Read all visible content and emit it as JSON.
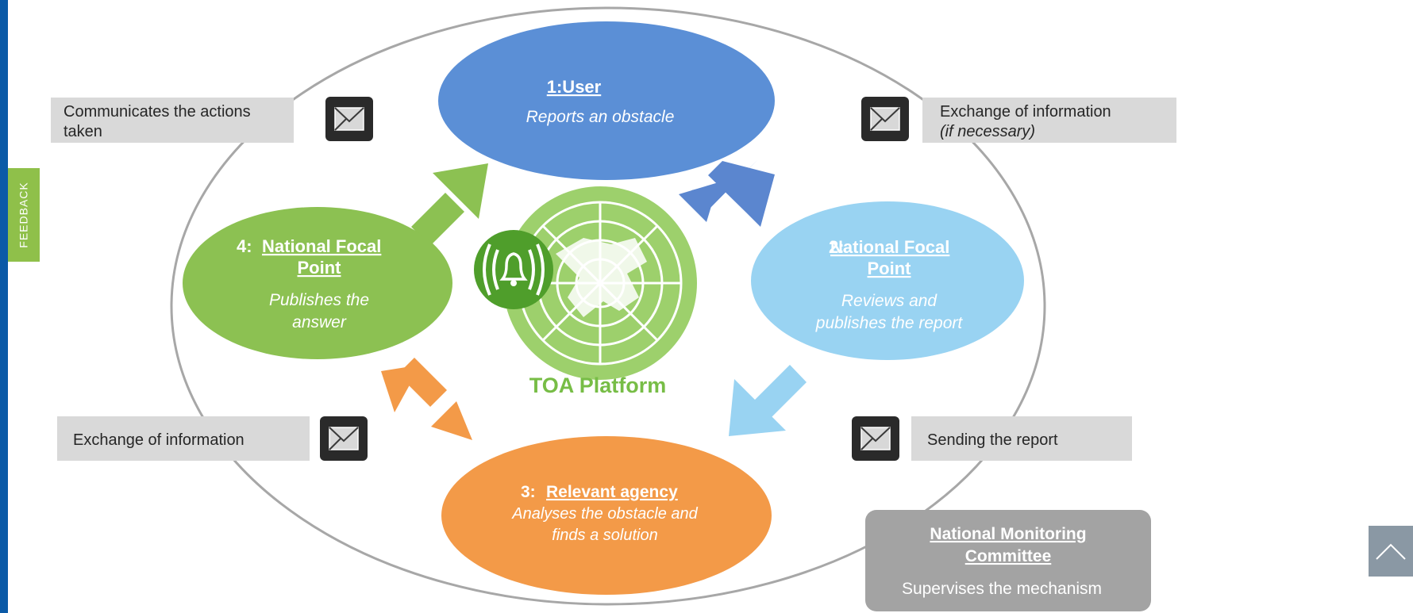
{
  "feedback_label": "FEEDBACK",
  "colors": {
    "user_blue": "#5b8fd6",
    "focal_light_blue": "#99d3f2",
    "agency_orange": "#f39a48",
    "focal_green": "#8cc152",
    "platform_green": "#77bd46",
    "committee_grey": "#a3a3a3",
    "info_box_grey": "#d9d9d9"
  },
  "nodes": {
    "user": {
      "title": "1:User",
      "subtitle": "Reports an obstacle"
    },
    "focal2": {
      "prefix": "2: ",
      "title_line1": "National Focal",
      "title_line2": "Point",
      "subtitle_line1": "Reviews and",
      "subtitle_line2": "publishes the report"
    },
    "agency": {
      "prefix": "3: ",
      "title": "Relevant agency",
      "subtitle_line1": "Analyses the obstacle and",
      "subtitle_line2": "finds a solution"
    },
    "focal4": {
      "prefix": "4: ",
      "title_line1": "National Focal",
      "title_line2": "Point",
      "subtitle_line1": "Publishes the",
      "subtitle_line2": "answer"
    }
  },
  "platform_label": "TOA Platform",
  "info_boxes": {
    "top_left_line1": "Communicates the actions",
    "top_left_line2": "taken",
    "top_right_line1": "Exchange  of information",
    "top_right_line2": "(if necessary)",
    "bottom_left": "Exchange  of information",
    "bottom_right": "Sending the report"
  },
  "committee": {
    "title_line1": "National Monitoring",
    "title_line2": "Committee",
    "subtitle": "Supervises the mechanism"
  }
}
